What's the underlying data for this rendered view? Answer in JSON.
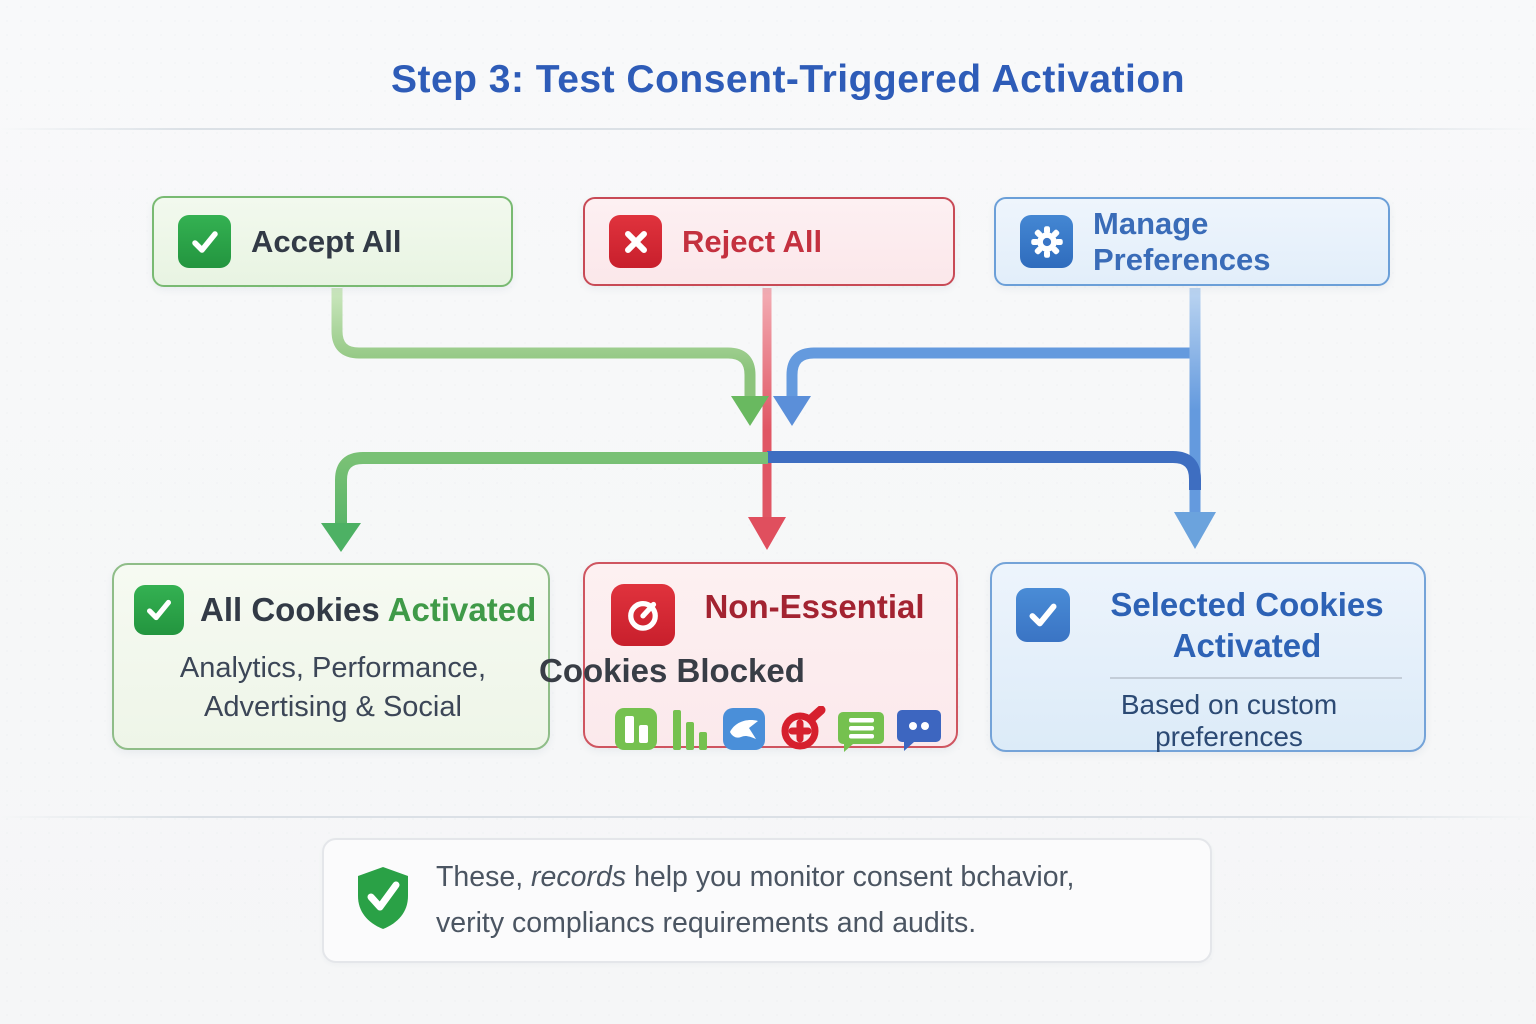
{
  "title": "Step 3: Test Consent-Triggered Activation",
  "colors": {
    "title_blue": "#2e5cb8",
    "green_accent": "#27a344",
    "red_accent": "#cf2330",
    "blue_accent": "#3a74c4",
    "arrow_light_green": "#8cc47c",
    "arrow_mid_green": "#66b766",
    "arrow_red": "#e05664",
    "arrow_light_blue": "#649ade",
    "arrow_dark_blue": "#3e6ec1"
  },
  "top_boxes": [
    {
      "label": "Accept All",
      "icon": "check-square-icon"
    },
    {
      "label": "Reject All",
      "icon": "x-square-icon"
    },
    {
      "label": "Manage Preferences",
      "icon": "gear-icon"
    }
  ],
  "outcome_boxes": [
    {
      "title_dark": "All Cookies",
      "title_green": "Activated",
      "subtitle_line1": "Analytics, Performance,",
      "subtitle_line2": "Advertising & Social"
    },
    {
      "title_line1": "Non-Essential",
      "title_line2": "Cookies Blocked",
      "icons": [
        "analytics-bars-icon",
        "bar-chart-icon",
        "bird-icon",
        "ad-block-icon",
        "chat-lines-icon",
        "chat-dots-icon"
      ]
    },
    {
      "title_line1": "Selected Cookies",
      "title_line2": "Activated",
      "subtitle": "Based on custom preferences"
    }
  ],
  "footer": {
    "line1_pre": "These, ",
    "line1_italic": "records",
    "line1_post": " help you monitor consent bchavior,",
    "line2": "verity compliancs requirements and audits."
  }
}
